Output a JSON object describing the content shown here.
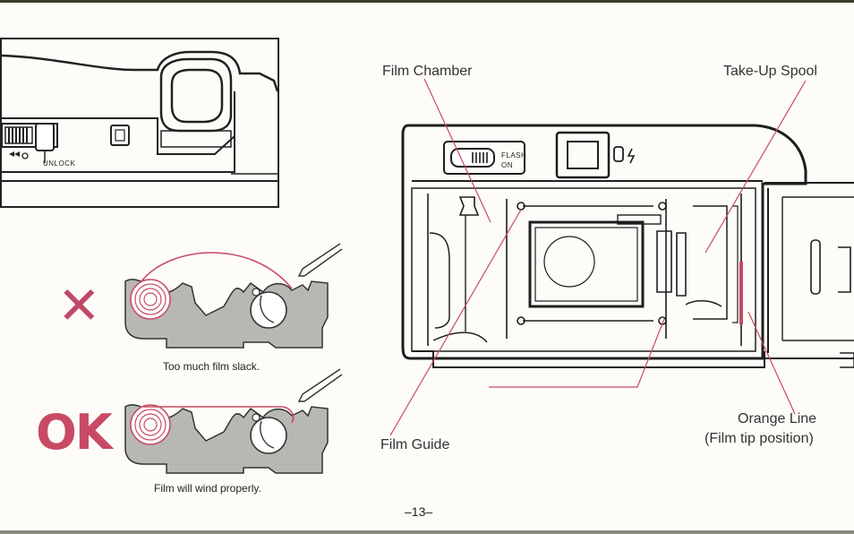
{
  "labels": {
    "film_chamber": "Film Chamber",
    "take_up_spool": "Take-Up Spool",
    "film_guide": "Film Guide",
    "orange_line": "Orange Line",
    "film_tip_position": "(Film tip position)"
  },
  "camera_top": {
    "unlock": "UNLOCK"
  },
  "camera_back": {
    "flash": "FLASH",
    "on": "ON"
  },
  "examples": [
    {
      "mark": "✕",
      "caption": "Too much film slack."
    },
    {
      "mark": "OK",
      "caption": "Film will wind properly."
    }
  ],
  "page_number": "–13–",
  "colors": {
    "accent": "#c84a64",
    "line": "#1e1e1e"
  }
}
